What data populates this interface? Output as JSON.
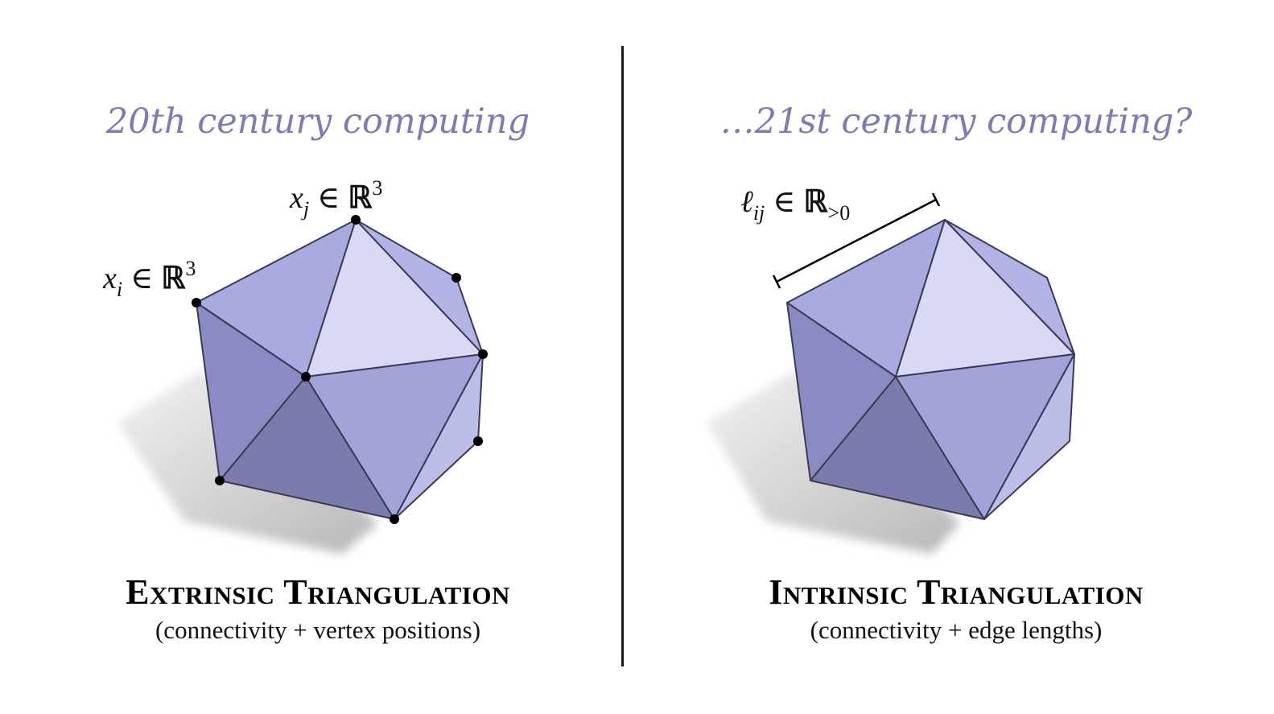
{
  "left": {
    "subtitle": "20th century computing",
    "heading": "Extrinsic Triangulation",
    "caption": "(connectivity + vertex positions)",
    "label_xi": {
      "var": "x",
      "sub": "i",
      "rel": "∈",
      "set": "ℝ",
      "sup": "3"
    },
    "label_xj": {
      "var": "x",
      "sub": "j",
      "rel": "∈",
      "set": "ℝ",
      "sup": "3"
    }
  },
  "right": {
    "subtitle": "…21st century computing?",
    "heading": "Intrinsic Triangulation",
    "caption": "(connectivity + edge lengths)",
    "label_lij": {
      "var": "ℓ",
      "sub": "ij",
      "rel": "∈",
      "set": "ℝ",
      "sub2": ">0"
    }
  },
  "colors": {
    "subtitle": "#7d7bb4",
    "face_light": "#d8d8f5",
    "face_mid": "#a7a8dc",
    "face_dark": "#8a8ac2",
    "face_darker": "#7a7aac",
    "edge": "#3a3a55",
    "vertex": "#000000",
    "shadow": "#cfcfcf"
  }
}
